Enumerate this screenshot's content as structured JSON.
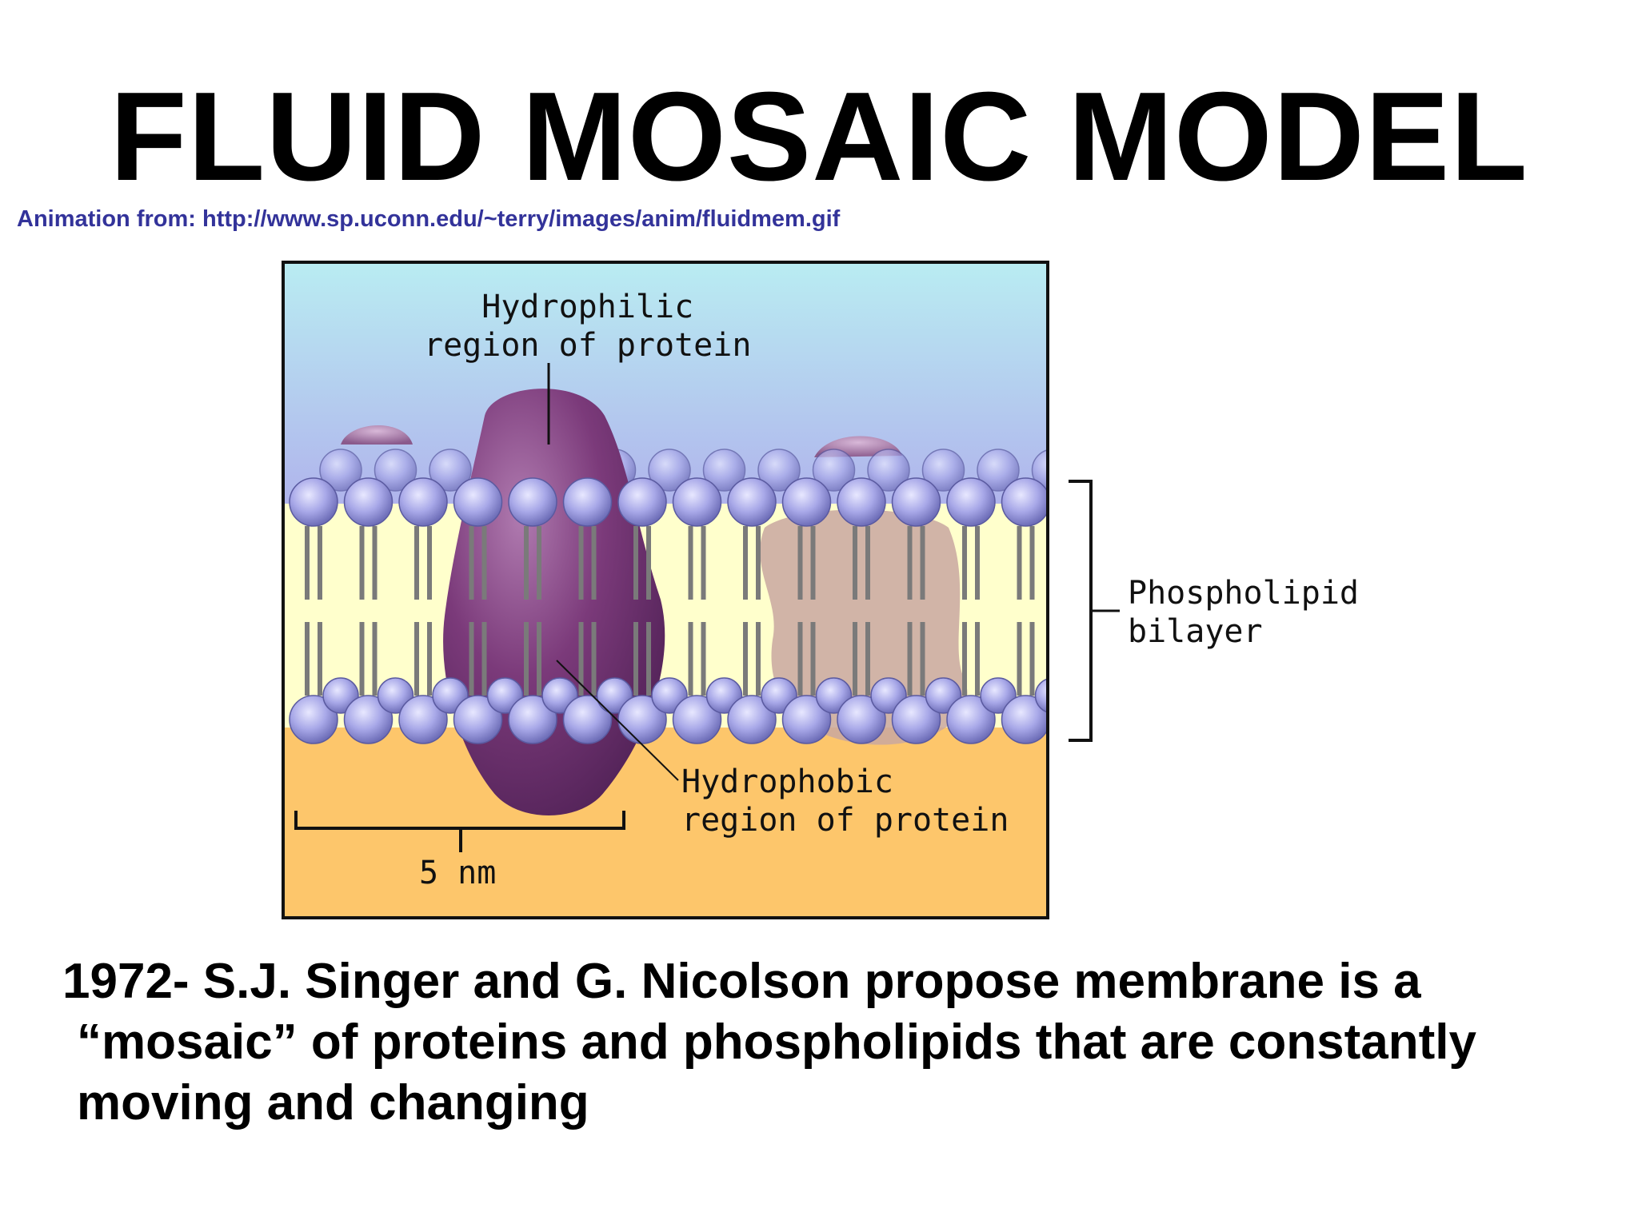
{
  "slide": {
    "title": "FLUID MOSAIC MODEL",
    "source_credit": "Animation from: http://www.sp.uconn.edu/~terry/images/anim/fluidmem.gif",
    "caption_lines": [
      "1972- S.J. Singer and G. Nicolson propose membrane is a",
      "“mosaic” of proteins and phospholipids that are constantly",
      "moving and changing"
    ]
  },
  "diagram": {
    "labels": {
      "hydrophilic_line1": "Hydrophilic",
      "hydrophilic_line2": "region of protein",
      "hydrophobic_line1": "Hydrophobic",
      "hydrophobic_line2": "region of protein",
      "scale": "5 nm",
      "bilayer_line1": "Phospholipid",
      "bilayer_line2": "bilayer"
    },
    "colors": {
      "sky_top": "#b9ecf2",
      "sky_bottom": "#b0b4ec",
      "cytoplasm": "#fdc66b",
      "lipid_core": "#ffffcc",
      "lipid_head": "#a8a8e8",
      "lipid_tail": "#7a7a7a",
      "protein": "#7b3a7a",
      "protein_faded": "#c9a7a0"
    },
    "icons": [
      "phospholipid-head-icon",
      "protein-icon",
      "scale-bar-icon",
      "bracket-icon"
    ]
  }
}
